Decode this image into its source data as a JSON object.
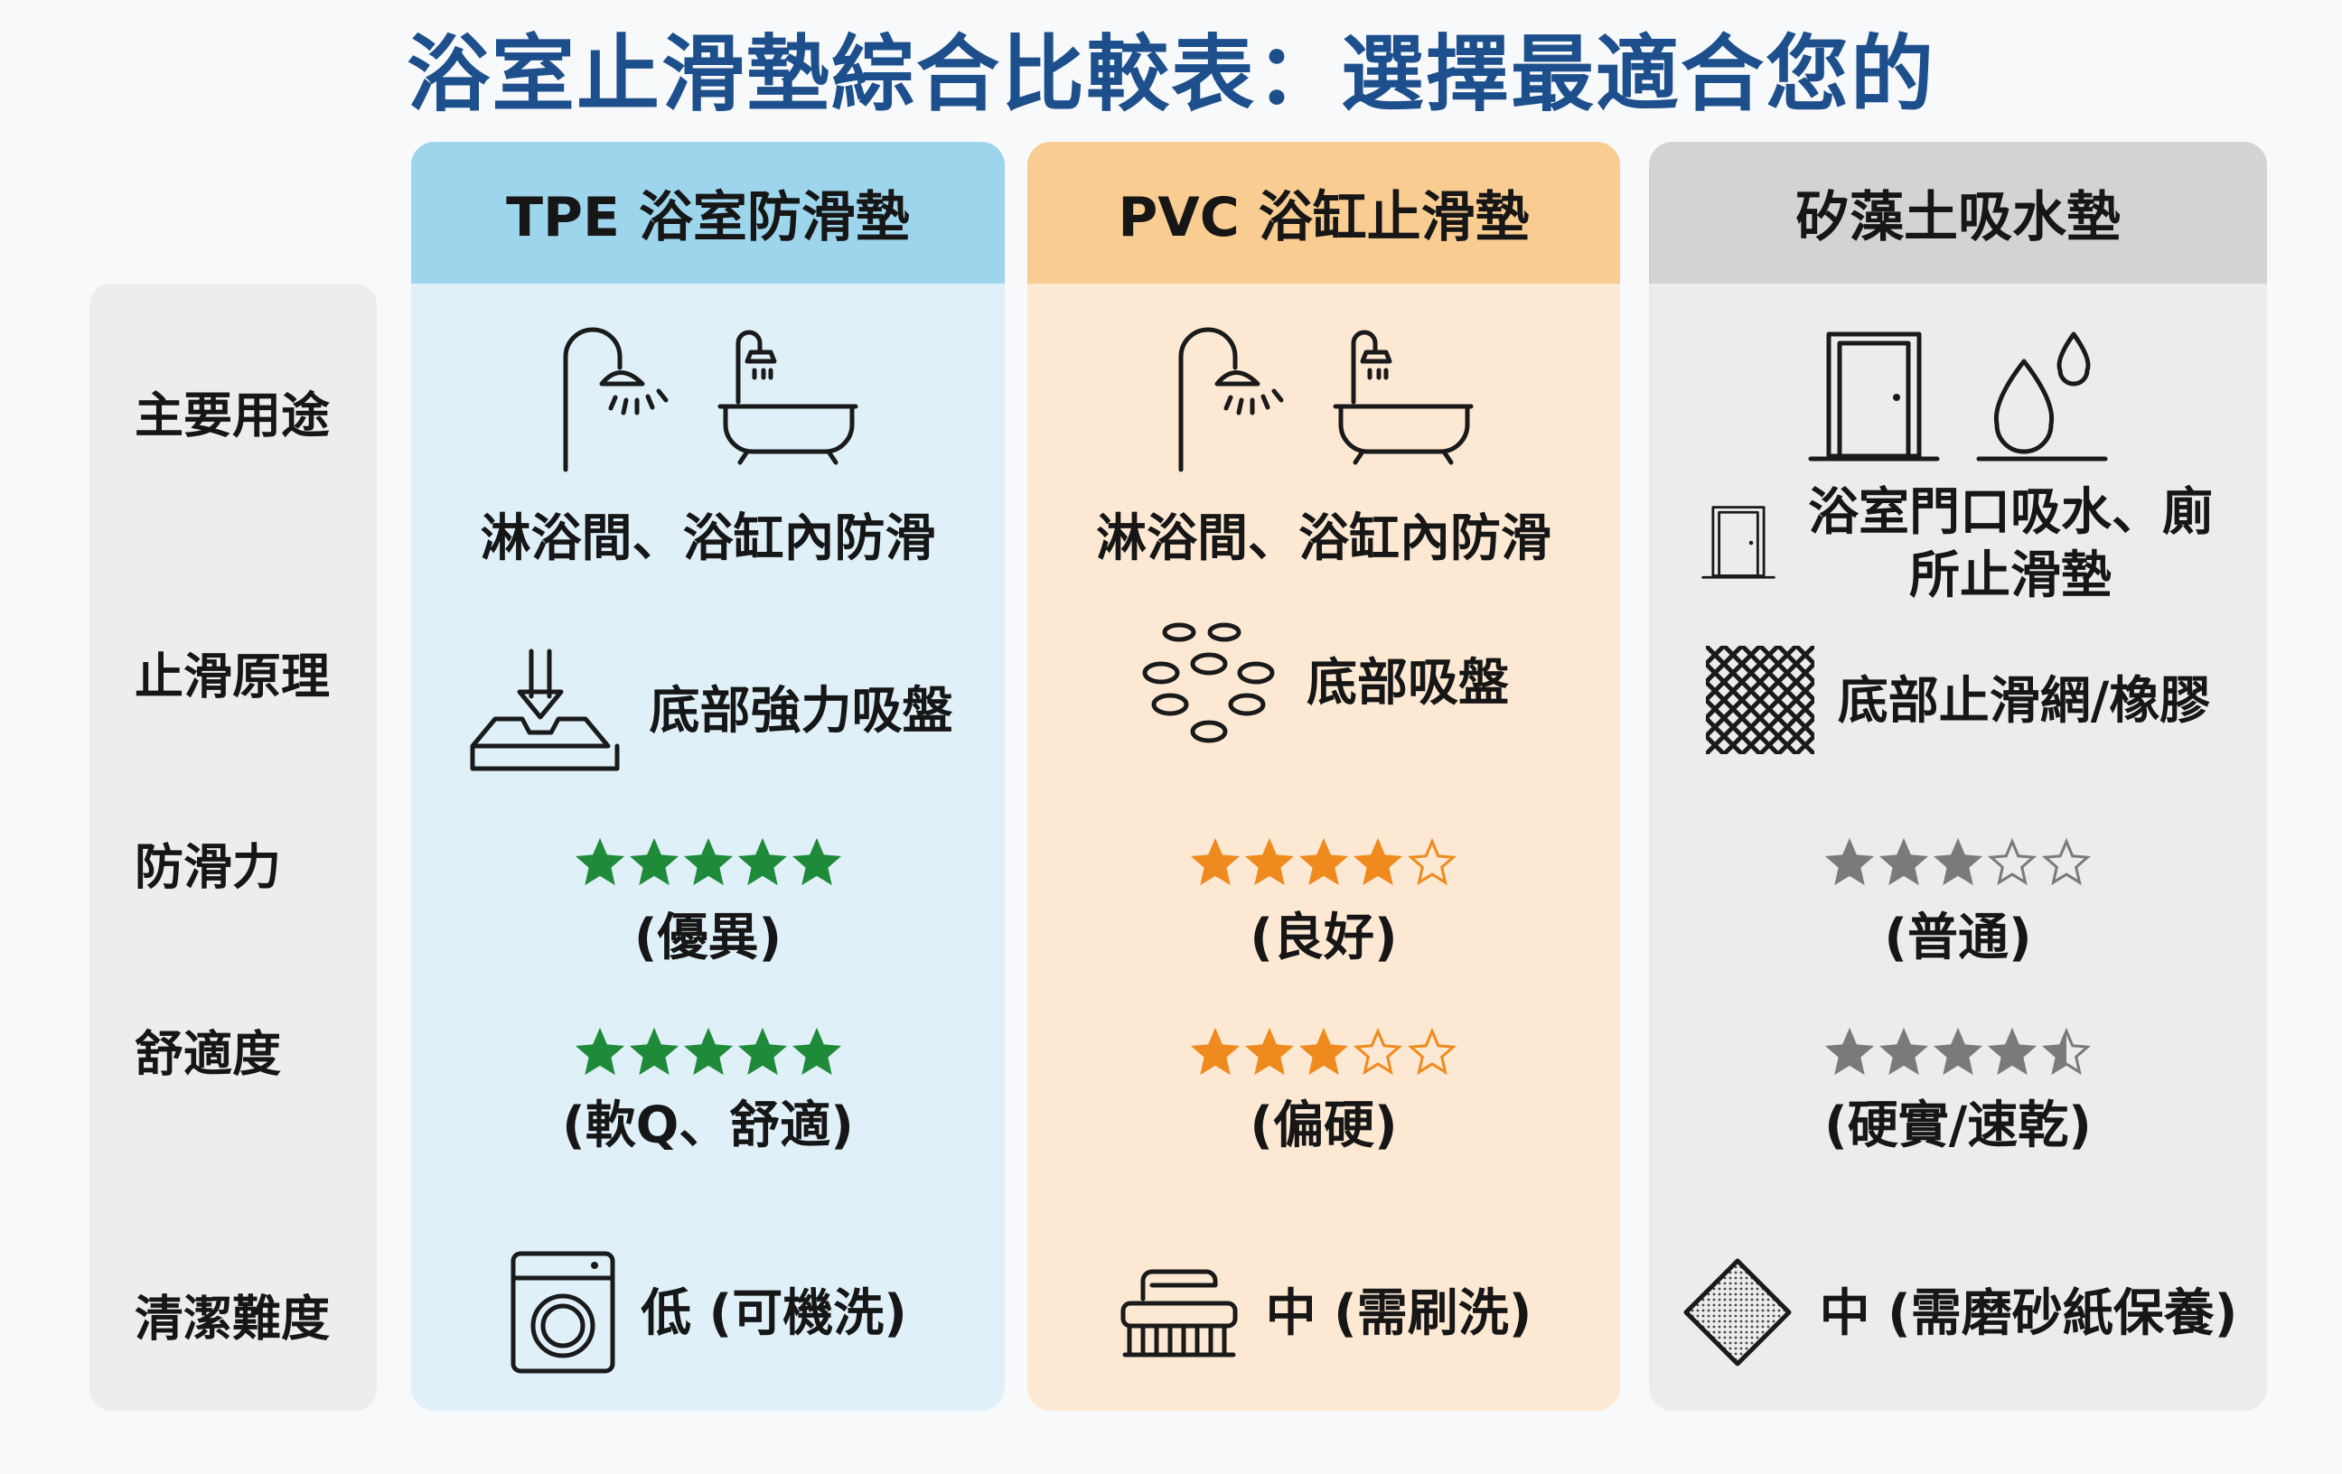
{
  "title": "浴室止滑墊綜合比較表：選擇最適合您的",
  "row_labels": [
    "主要用途",
    "止滑原理",
    "防滑力",
    "舒適度",
    "清潔難度"
  ],
  "columns": [
    {
      "header": "TPE 浴室防滑墊",
      "header_color": "#9dd5ec",
      "body_color": "#dff0f8",
      "star_color": "#1f8a3a",
      "usage": "淋浴間、浴缸內防滑",
      "usage_icons": [
        "shower-icon",
        "bathtub-icon"
      ],
      "principle": "底部強力吸盤",
      "principle_icon": "suction-press-icon",
      "grip_rating": 5,
      "grip_text": "(優異)",
      "comfort_rating": 5,
      "comfort_text": "(軟Q、舒適)",
      "cleaning": "低 (可機洗)",
      "cleaning_icon": "washing-machine-icon"
    },
    {
      "header": "PVC 浴缸止滑墊",
      "header_color": "#f9cc92",
      "body_color": "#fde9d3",
      "star_color": "#ef8a1e",
      "usage": "淋浴間、浴缸內防滑",
      "usage_icons": [
        "shower-icon",
        "bathtub-icon"
      ],
      "principle": "底部吸盤",
      "principle_icon": "suction-cups-icon",
      "grip_rating": 4,
      "grip_text": "(良好)",
      "comfort_rating": 3,
      "comfort_text": "(偏硬)",
      "cleaning": "中 (需刷洗)",
      "cleaning_icon": "scrub-brush-icon"
    },
    {
      "header": "矽藻土吸水墊",
      "header_color": "#d3d3d3",
      "body_color": "#ececec",
      "star_color": "#7a7a7a",
      "usage": "浴室門口吸水、廁所止滑墊",
      "usage_icons": [
        "door-icon",
        "water-drops-icon"
      ],
      "principle": "底部止滑網/橡膠",
      "principle_icon": "mesh-icon",
      "grip_rating": 3,
      "grip_text": "(普通)",
      "comfort_rating": 4.5,
      "comfort_text": "(硬實/速乾)",
      "cleaning": "中 (需磨砂紙保養)",
      "cleaning_icon": "sandpaper-icon"
    }
  ]
}
